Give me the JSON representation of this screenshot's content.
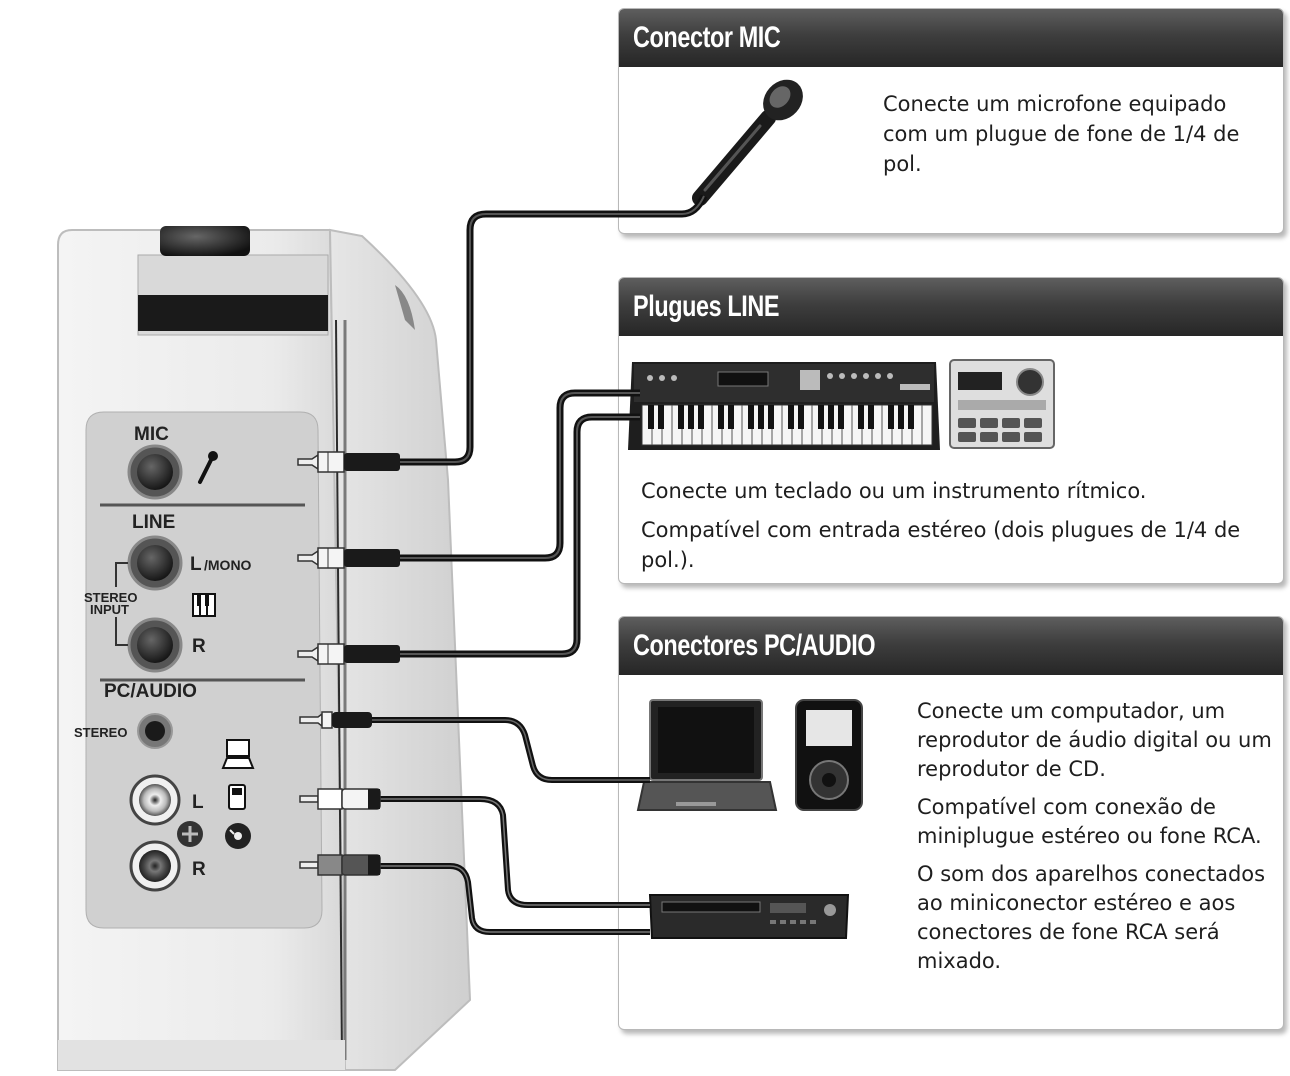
{
  "panels": {
    "mic": {
      "title": "Conector MIC",
      "paragraphs": [
        "Conecte um microfone equipado com um plugue de fone de 1/4 de pol."
      ]
    },
    "line": {
      "title": "Plugues LINE",
      "paragraphs": [
        "Conecte um teclado ou um instrumento rítmico.",
        "Compatível com entrada estéreo (dois plugues de 1/4 de pol.)."
      ]
    },
    "pc_audio": {
      "title": "Conectores PC/AUDIO",
      "paragraphs": [
        "Conecte um computador, um reprodutor de áudio digital ou um reprodutor de CD.",
        "Compatível com conexão de miniplugue estéreo ou fone RCA.",
        "O som dos aparelhos conectados ao miniconector estéreo e aos conectores de fone RCA será mixado."
      ]
    }
  },
  "device_labels": {
    "mic": "MIC",
    "line": "LINE",
    "l_mono_l": "L",
    "l_mono_mono": "/MONO",
    "stereo_input_1": "STEREO",
    "stereo_input_2": "INPUT",
    "r": "R",
    "pc_audio": "PC/AUDIO",
    "stereo": "STEREO",
    "l": "L",
    "r2": "R"
  }
}
